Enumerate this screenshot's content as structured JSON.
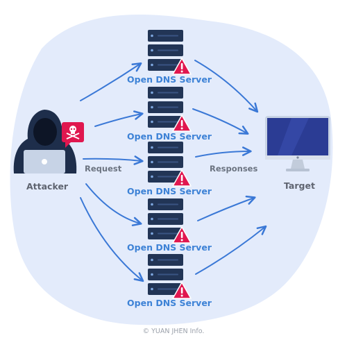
{
  "colors": {
    "blob": "#e3ebfb",
    "arrow": "#3a78d6",
    "server_body": "#223556",
    "warning": "#e0174f",
    "label_blue": "#3d82d6",
    "label_gray": "#5f6470"
  },
  "icons": {
    "attacker": "hooded-hacker-icon",
    "skull_badge": "skull-crossbones-icon",
    "server": "server-rack-icon",
    "warning": "warning-triangle-icon",
    "target": "desktop-monitor-icon"
  },
  "attacker": {
    "label": "Attacker"
  },
  "request_label": "Request",
  "responses_label": "Responses",
  "target": {
    "label": "Target"
  },
  "servers": [
    {
      "label": "Open DNS Server"
    },
    {
      "label": "Open DNS Server"
    },
    {
      "label": "Open DNS Server"
    },
    {
      "label": "Open DNS Server"
    },
    {
      "label": "Open DNS Server"
    }
  ],
  "credit": "© YUAN JHEN Info."
}
